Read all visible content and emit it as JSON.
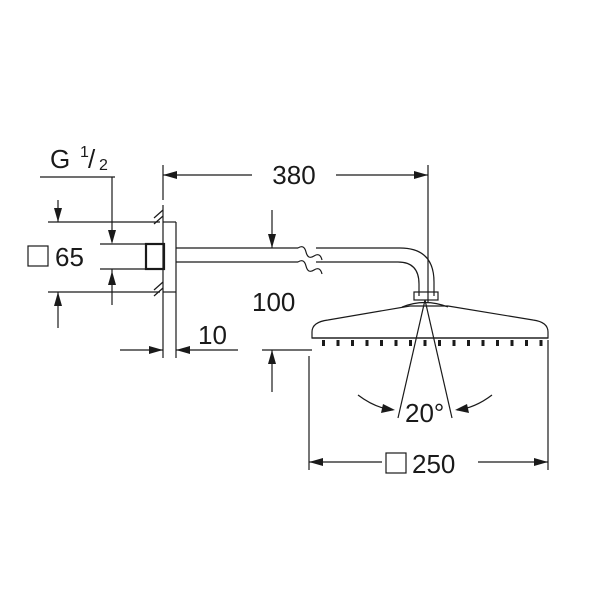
{
  "dimensions": {
    "arm_length": "380",
    "flange_square_size": "65",
    "thread_letter": "G",
    "thread_fraction_numerator": "1",
    "thread_fraction_denominator": "2",
    "drop_height": "100",
    "wall_offset": "10",
    "tilt_angle": "20°",
    "head_square_size": "250"
  }
}
